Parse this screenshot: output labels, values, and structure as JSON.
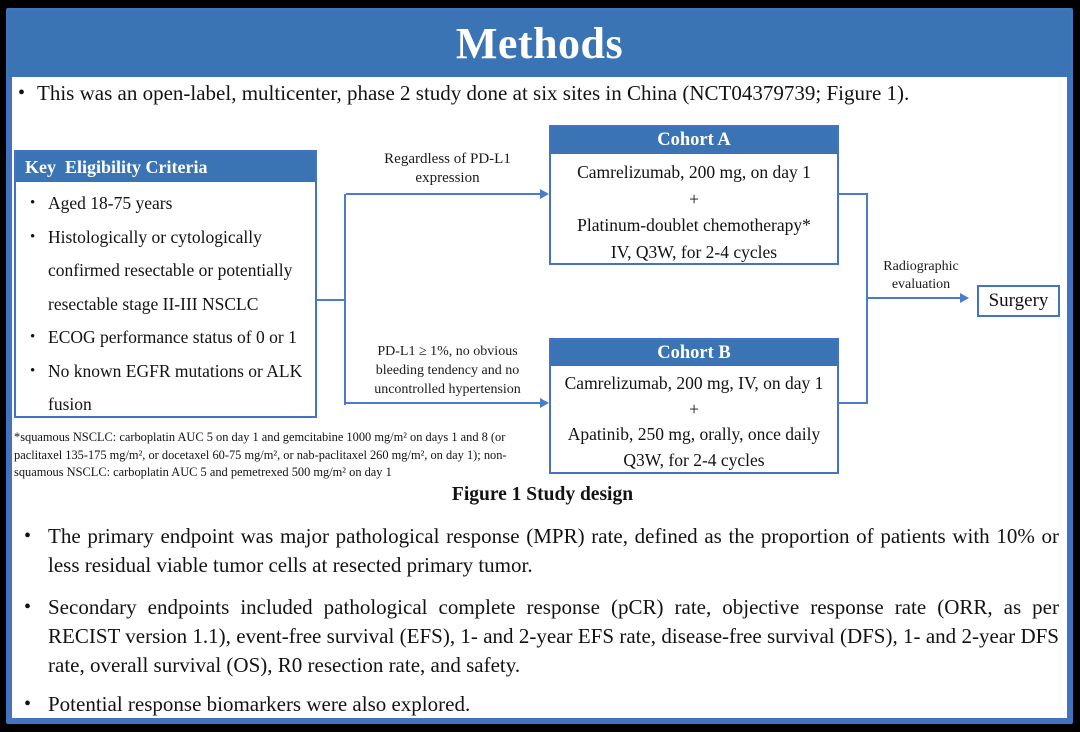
{
  "title": "Methods",
  "intro_bullet": "This was an open-label, multicenter, phase 2 study done at six sites in China (NCT04379739; Figure 1).",
  "figure": {
    "eligibility": {
      "header": "Key  Eligibility Criteria",
      "items": [
        "Aged 18-75 years",
        "Histologically or cytologically confirmed resectable or potentially resectable stage II-III NSCLC",
        "ECOG performance status of 0 or 1",
        "No known EGFR mutations or ALK fusion"
      ]
    },
    "branch_labels": {
      "to_cohort_a": "Regardless of PD-L1 expression",
      "to_cohort_b": "PD-L1 ≥ 1%, no obvious bleeding tendency and no uncontrolled hypertension"
    },
    "cohort_a": {
      "header": "Cohort A",
      "lines": [
        "Camrelizumab, 200 mg, on day 1",
        "+",
        "Platinum-doublet chemotherapy*",
        "IV, Q3W, for 2-4 cycles"
      ]
    },
    "cohort_b": {
      "header": "Cohort B",
      "lines": [
        "Camrelizumab, 200 mg, IV, on day 1",
        "+",
        "Apatinib, 250 mg, orally, once daily",
        "Q3W, for 2-4 cycles"
      ]
    },
    "evaluation_label": "Radiographic evaluation",
    "surgery_label": "Surgery",
    "footnote_lines": [
      "*squamous NSCLC: carboplatin AUC 5 on day 1 and gemcitabine 1000 mg/m² on days 1 and 8 (or",
      "paclitaxel 135-175 mg/m², or docetaxel 60-75 mg/m², or nab-paclitaxel 260 mg/m², on day 1); non-",
      "squamous NSCLC: carboplatin AUC 5 and pemetrexed 500 mg/m² on day 1"
    ],
    "caption": "Figure 1 Study design"
  },
  "bullets": [
    "The primary endpoint was major pathological response (MPR) rate, defined as the proportion of patients with 10% or less residual viable tumor cells at resected primary tumor.",
    "Secondary endpoints included pathological complete response (pCR) rate, objective response rate (ORR, as per RECIST version 1.1), event-free survival (EFS), 1- and 2-year EFS rate, disease-free survival (DFS), 1- and 2-year DFS rate, overall survival (OS), R0 resection rate, and safety.",
    "Potential response biomarkers were also explored."
  ],
  "colors": {
    "header_blue": "#3b74b5",
    "line_blue": "#4a7cc9",
    "border_blue": "#4472c4",
    "frame_black": "#000000"
  }
}
